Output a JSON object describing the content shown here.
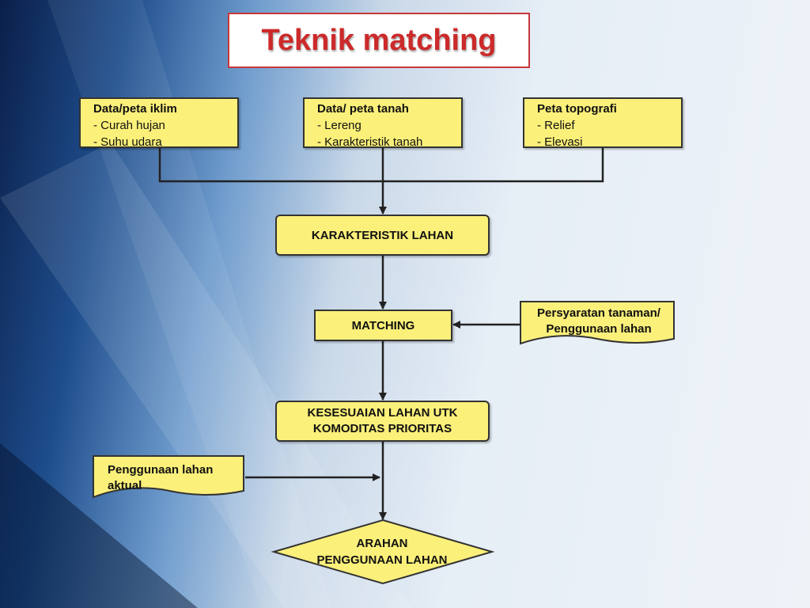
{
  "title": "Teknik matching",
  "inputs": [
    {
      "heading": "Data/peta iklim",
      "items": [
        "- Curah hujan",
        "- Suhu udara"
      ]
    },
    {
      "heading": "Data/ peta tanah",
      "items": [
        "- Lereng",
        "- Karakteristik tanah"
      ]
    },
    {
      "heading": "Peta topografi",
      "items": [
        "- Relief",
        "- Elevasi"
      ]
    }
  ],
  "karakteristik": "KARAKTERISTIK LAHAN",
  "matching": "MATCHING",
  "persyaratan": [
    "Persyaratan tanaman/",
    "Penggunaan lahan"
  ],
  "kesesuaian": [
    "KESESUAIAN LAHAN UTK",
    "KOMODITAS PRIORITAS"
  ],
  "penggunaan_aktual": [
    "Penggunaan lahan",
    "aktual"
  ],
  "arahan": [
    "ARAHAN",
    "PENGGUNAAN LAHAN"
  ],
  "colors": {
    "box_fill": "#fbf07a",
    "title_red": "#cc2a2a",
    "title_border": "#c7373a"
  }
}
